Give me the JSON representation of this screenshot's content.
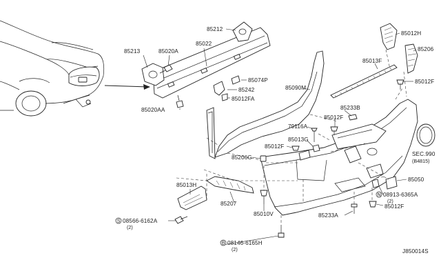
{
  "diagram": {
    "diagram_code": "J850014S",
    "callouts": {
      "p85212": "85212",
      "p85213": "85213",
      "p85020A": "85020A",
      "p85022": "85022",
      "p85074P": "85074P",
      "p85242": "85242",
      "p85012FA": "85012FA",
      "p85020AA": "85020AA",
      "p85090M": "85090M",
      "p85013F": "85013F",
      "p85012H": "85012H",
      "p85206": "85206",
      "p85012F_right": "85012F",
      "p85233B": "85233B",
      "p85012F_mid": "85012F",
      "p79116A": "79116A",
      "p85013G": "85013G",
      "p85012F_left": "85012F",
      "p85206G": "85206G",
      "sec990": "SEC.990",
      "sec990_sub": "(B4815)",
      "p85050": "85050",
      "p08913": "08913-6365A",
      "p08913_qty": "(2)",
      "p85012F_low": "85012F",
      "p85013H": "85013H",
      "p85207": "85207",
      "p85010V": "85010V",
      "p85233A": "85233A",
      "p08566": "08566-6162A",
      "p08566_qty": "(2)",
      "p08146": "08146-6165H",
      "p08146_qty": "(2)",
      "bolt_prefix_s": "S",
      "bolt_prefix_b": "B",
      "nut_prefix_n": "N"
    }
  }
}
